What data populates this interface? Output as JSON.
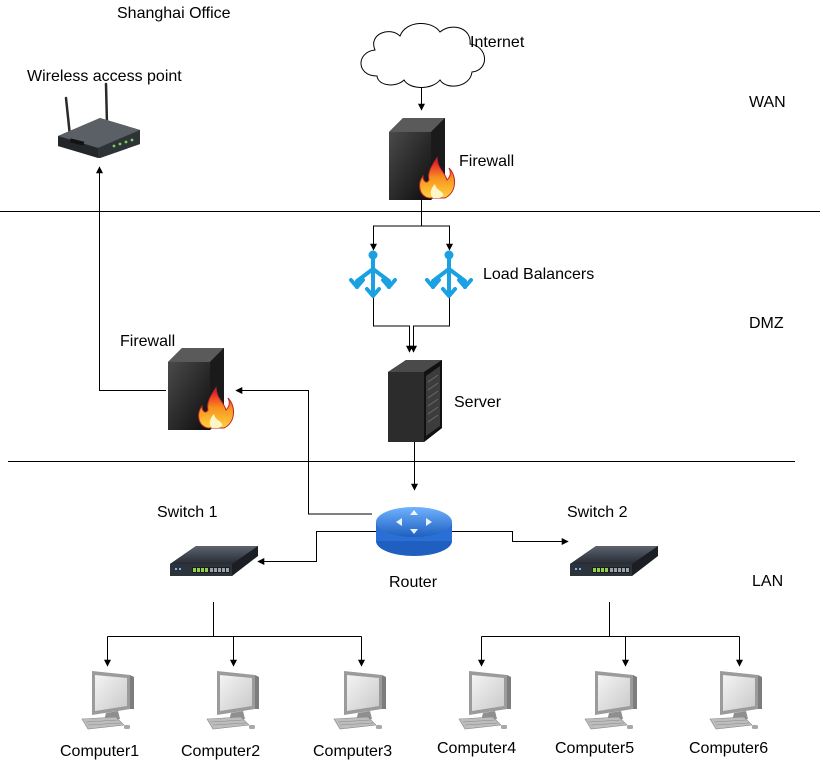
{
  "title": "Shanghai Office",
  "zones": {
    "wan": "WAN",
    "dmz": "DMZ",
    "lan": "LAN"
  },
  "nodes": {
    "internet": "Internet",
    "firewall_wan": "Firewall",
    "wireless_ap": "Wireless access point",
    "load_balancers": "Load Balancers",
    "firewall_dmz": "Firewall",
    "server": "Server",
    "router": "Router",
    "switch1": "Switch 1",
    "switch2": "Switch 2",
    "computers": [
      "Computer1",
      "Computer2",
      "Computer3",
      "Computer4",
      "Computer5",
      "Computer6"
    ]
  },
  "icons": {
    "cloud": "cloud-icon",
    "firewall": "firewall-icon",
    "wireless": "wireless-router-icon",
    "load_balancer": "load-balancer-icon",
    "server": "server-tower-icon",
    "router": "router-icon",
    "switch": "network-switch-icon",
    "computer": "computer-icon"
  },
  "colors": {
    "line": "#000000",
    "load_balancer": "#1ba1e2",
    "router": "#2f6fd1",
    "flame": "#f15a24"
  }
}
